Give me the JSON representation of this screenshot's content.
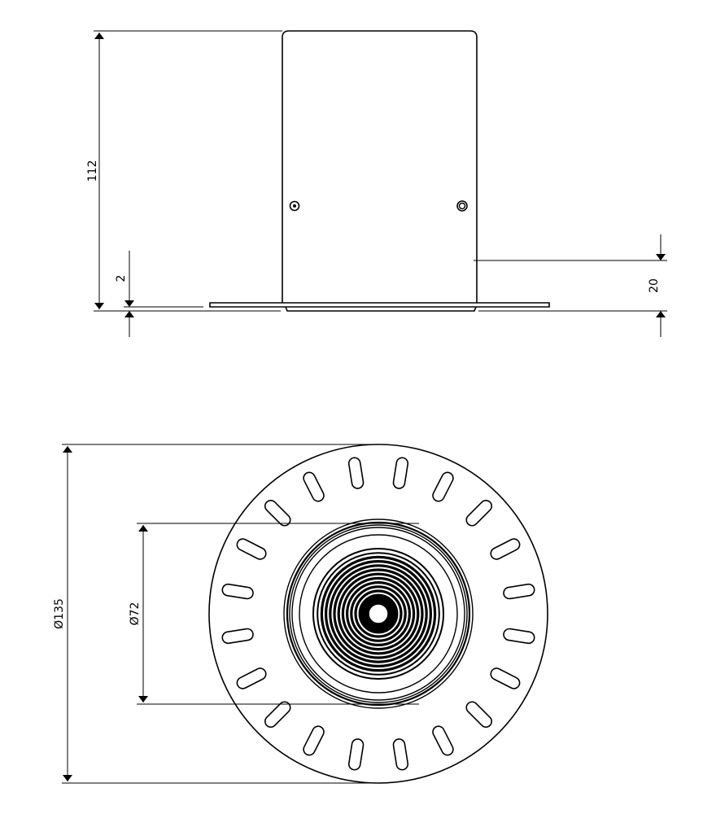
{
  "front_view": {
    "dim_height": "112",
    "dim_flange_thickness": "2",
    "dim_base_height": "20"
  },
  "top_view": {
    "dim_outer_diameter": "Ø135",
    "dim_inner_diameter": "Ø72",
    "slot_count": 20,
    "ring_count": 12
  }
}
